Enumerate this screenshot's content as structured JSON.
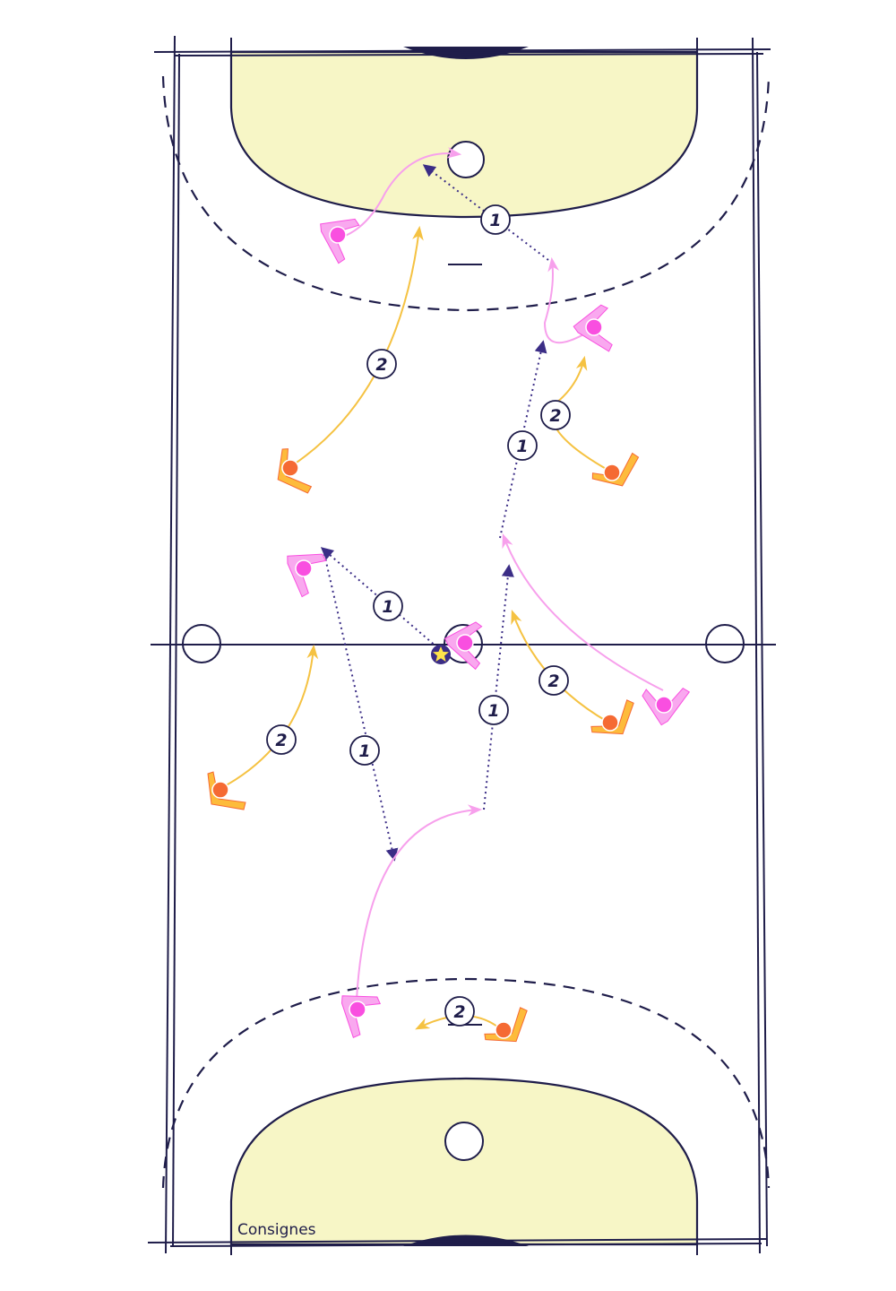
{
  "caption": "Consignes",
  "colors": {
    "lines": "#1f1d4a",
    "zone_fill": "#f7f6c6",
    "team_pink": "#f94fe0",
    "team_pink_pad": "#f9a8ef",
    "team_orange": "#f56a33",
    "team_orange_pad": "#fdbb3b",
    "pass_arrow": "#3b2d86",
    "run_pink": "#f7a0ec",
    "run_orange": "#f5c242",
    "ball_star": "#ffe34a"
  },
  "icons": {
    "ball": "star-icon",
    "player": "player-chevron-icon"
  },
  "labels": {
    "pass": "1",
    "run": "2"
  }
}
